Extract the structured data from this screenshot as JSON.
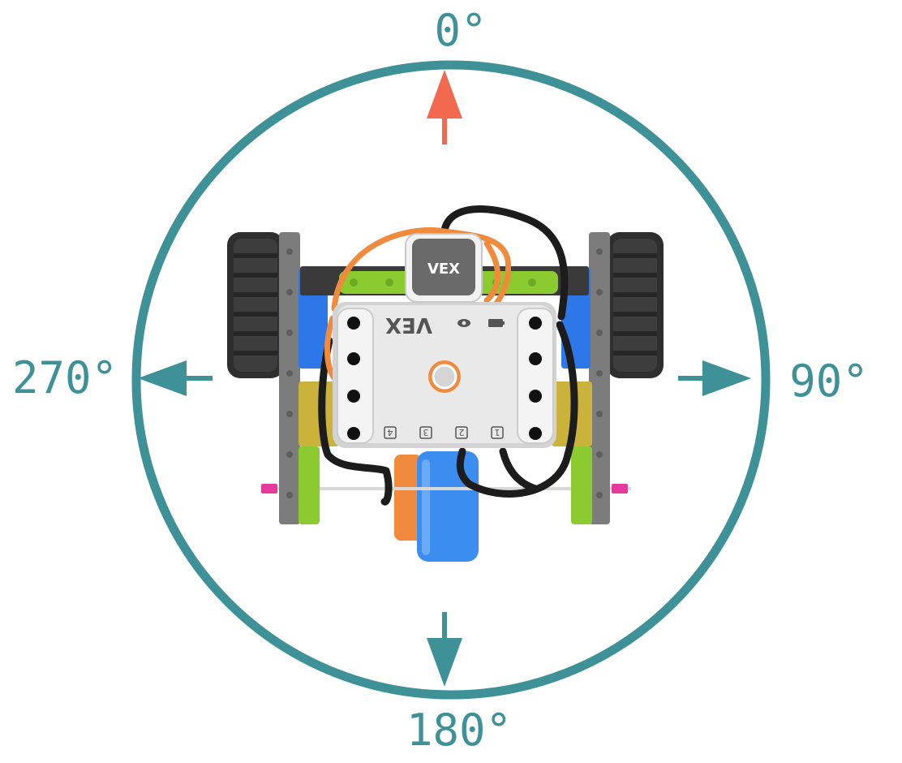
{
  "headings": {
    "north": "0°",
    "east": "90°",
    "south": "180°",
    "west": "270°"
  },
  "robot": {
    "brain_logo": "VEX",
    "sensor_logo": "VEX",
    "port_numbers": [
      "4",
      "3",
      "2",
      "1"
    ]
  },
  "icons": {
    "forward_arrow": "arrow-up-icon",
    "right_arrow": "arrow-right-icon",
    "back_arrow": "arrow-down-icon",
    "left_arrow": "arrow-left-icon",
    "status_eye": "eye-icon",
    "battery": "battery-icon"
  },
  "colors": {
    "ring": "#3E9197",
    "forward_arrow": "#F2694F",
    "direction_arrow": "#3E9197",
    "label": "#3E9197"
  }
}
